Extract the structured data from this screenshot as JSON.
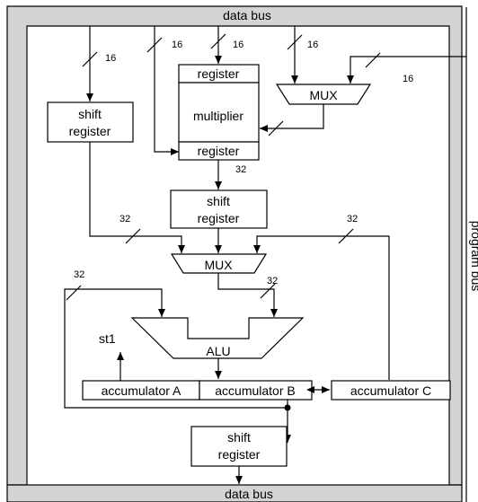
{
  "buses": {
    "top": "data bus",
    "bottom": "data bus",
    "right": "program bus"
  },
  "blocks": {
    "shift_register_left": [
      "shift",
      "register"
    ],
    "register_top": "register",
    "multiplier": "multiplier",
    "register_bottom": "register",
    "mux_top": "MUX",
    "shift_register_middle": [
      "shift",
      "register"
    ],
    "mux_middle": "MUX",
    "alu": "ALU",
    "accumulator_a": "accumulator A",
    "accumulator_b": "accumulator B",
    "accumulator_c": "accumulator C",
    "shift_register_bottom": [
      "shift",
      "register"
    ],
    "st1": "st1"
  },
  "bus_widths": {
    "w16_left": "16",
    "w16_a": "16",
    "w16_b": "16",
    "w16_c": "16",
    "w16_right": "16",
    "w32_mult": "32",
    "w32_shift_out": "32",
    "w32_acc_c": "32",
    "w32_mux_out": "32",
    "w32_feedback": "32"
  },
  "colors": {
    "bus_fill": "#d4d4d4",
    "line": "#000000"
  }
}
